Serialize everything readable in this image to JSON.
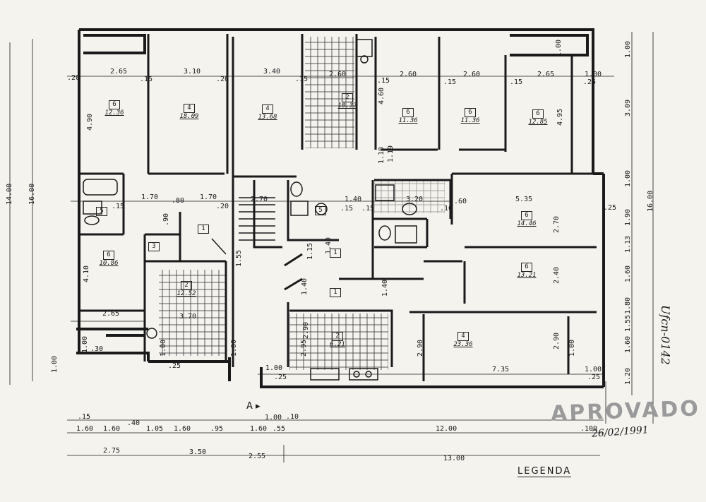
{
  "drawing": {
    "stamp": "APROVADO",
    "stamp_date": "26/02/1991",
    "legend": "LEGENDA",
    "section_mark": "A",
    "handwritten_note": "Ufcn-0142"
  },
  "rooms": [
    {
      "id": "r1",
      "code": "6",
      "area": "12.36"
    },
    {
      "id": "r2",
      "code": "4",
      "area": "18.09"
    },
    {
      "id": "r3",
      "code": "4",
      "area": "13.68"
    },
    {
      "id": "r4",
      "code": "2",
      "area": "10.37"
    },
    {
      "id": "r5",
      "code": "6",
      "area": "11.36"
    },
    {
      "id": "r6",
      "code": "6",
      "area": "11.36"
    },
    {
      "id": "r7",
      "code": "6",
      "area": "12.85"
    },
    {
      "id": "r8",
      "code": "5",
      "area": ""
    },
    {
      "id": "r9",
      "code": "1",
      "area": ""
    },
    {
      "id": "r10",
      "code": "3",
      "area": ""
    },
    {
      "id": "r11",
      "code": "6",
      "area": "10.86"
    },
    {
      "id": "r12",
      "code": "2",
      "area": "12.52"
    },
    {
      "id": "r13",
      "code": "1",
      "area": ""
    },
    {
      "id": "r14",
      "code": "5",
      "area": ""
    },
    {
      "id": "r15",
      "code": "1",
      "area": ""
    },
    {
      "id": "r16",
      "code": "2",
      "area": "6.21"
    },
    {
      "id": "r17",
      "code": "6",
      "area": "14.46"
    },
    {
      "id": "r18",
      "code": "6",
      "area": "13.21"
    },
    {
      "id": "r19",
      "code": "4",
      "area": "23.36"
    }
  ],
  "dims": {
    "top_row": [
      "2.65",
      "3.10",
      "3.40",
      "2.60",
      "2.60",
      "2.60",
      "2.65",
      "1.00"
    ],
    "top_small": [
      ".20",
      ".15",
      ".20",
      ".15",
      ".15",
      ".15",
      ".15",
      ".25"
    ],
    "mid_row": [
      "1.70",
      "1.70",
      "2.70",
      "1.40",
      "5.35",
      "2.65",
      "3.70",
      "7.35"
    ],
    "mid_small": [
      ".15",
      ".20",
      ".15",
      ".15",
      ".60",
      ".10",
      ".80"
    ],
    "vertical": [
      "4.90",
      "4.60",
      "4.95",
      "1.10",
      "1.19",
      "4.10",
      "2.40",
      "2.70",
      "2.90",
      "2.90",
      ".90",
      "1.40",
      "1.40",
      "1.55",
      "1.00",
      "1.00",
      "2.95"
    ],
    "left_outer": [
      "14.00",
      "16.00"
    ],
    "right_outer": [
      "3.09",
      "1.00",
      "16.00",
      "1.00",
      "1.13",
      "1.60",
      "1.80",
      "1.55",
      "1.60",
      "1.90",
      "1.20"
    ],
    "bottom_row1": [
      "1.60",
      "1.60",
      "1.05",
      "1.60",
      ".95",
      "1.60",
      ".55",
      "12.00",
      ".100"
    ],
    "bottom_top": [
      ".15",
      ".40",
      ".10"
    ],
    "bottom_row2": [
      "2.75",
      "3.50",
      "2.55",
      "13.00"
    ],
    "misc": [
      "1.00",
      "1.00",
      "1.00",
      ".25",
      ".25",
      ".25",
      "1.00",
      "1.00",
      "1.00",
      ".30",
      ".25",
      "1.00",
      "2.90",
      "1.15",
      "1.40",
      "3.20"
    ]
  }
}
